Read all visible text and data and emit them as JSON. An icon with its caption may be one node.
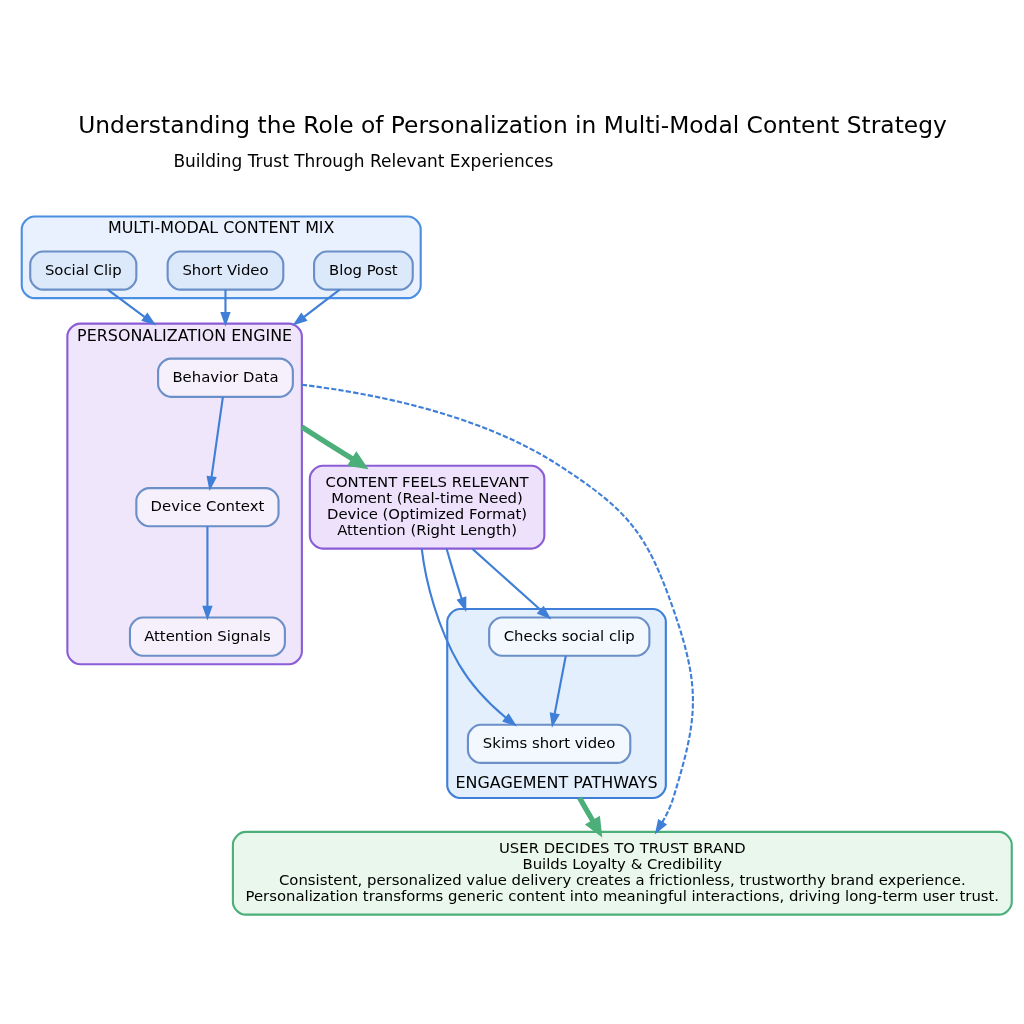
{
  "diagram": {
    "title": "Understanding the Role of Personalization in Multi-Modal Content Strategy",
    "nodes": [
      {
        "text": [
          "MULTI-MODAL CONTENT MIX"
        ]
      },
      {
        "text": [
          "Blog Post"
        ],
        "in": 0
      },
      {
        "text": [
          "Short Video"
        ],
        "in": 0
      },
      {
        "text": [
          "Social Clip"
        ],
        "in": 0
      },
      {
        "text": [
          "PERSONALIZATION ENGINE"
        ]
      },
      {
        "text": [
          "Behavior Data"
        ],
        "in": 4
      },
      {
        "text": [
          "Device Context"
        ],
        "in": 4
      },
      {
        "text": [
          "Attention Signals"
        ],
        "in": 4
      },
      {
        "text": [
          "CONTENT FEELS RELEVANT",
          "Moment (Real-time Need)",
          "Device (Optimized Format)",
          "Attention (Right Length)"
        ]
      },
      {
        "text": [
          "ENGAGEMENT PATHWAYS"
        ]
      },
      {
        "text": [
          "Skims short video"
        ],
        "in": 9
      },
      {
        "text": [
          "Checks social clip"
        ],
        "in": 9
      },
      {
        "text": [
          "USER DECIDES TO TRUST BRAND",
          "Builds Loyalty & Credibility",
          "Consistent, personalized value delivery creates a frictionless, trustworthy brand experience.",
          "Personalization transforms generic content into meaningful interactions, driving long-term user trust."
        ]
      }
    ],
    "edges": [
      {
        "from": 1,
        "to": 4,
        "arrow": "to"
      },
      {
        "from": 2,
        "to": 4,
        "arrow": "to"
      },
      {
        "from": 3,
        "to": 4,
        "arrow": "to"
      },
      {
        "from": 5,
        "to": 6,
        "arrow": "to"
      },
      {
        "from": 6,
        "to": 7,
        "arrow": "to"
      },
      {
        "from": 4,
        "to": 8,
        "arrow": "to",
        "style": "thick",
        "color": "#4caf7a"
      },
      {
        "from": 8,
        "to": 10,
        "arrow": "to"
      },
      {
        "from": 8,
        "to": 9,
        "arrow": "to"
      },
      {
        "from": 8,
        "to": 11,
        "arrow": "to"
      },
      {
        "from": 11,
        "to": 10,
        "arrow": "to"
      },
      {
        "from": 9,
        "to": 12,
        "arrow": "to",
        "style": "thick",
        "color": "#4caf7a"
      },
      {
        "from": 4,
        "to": 12,
        "arrow": "to",
        "style": "dashed"
      }
    ],
    "labels": [
      "Building Trust Through Relevant Experiences"
    ]
  }
}
